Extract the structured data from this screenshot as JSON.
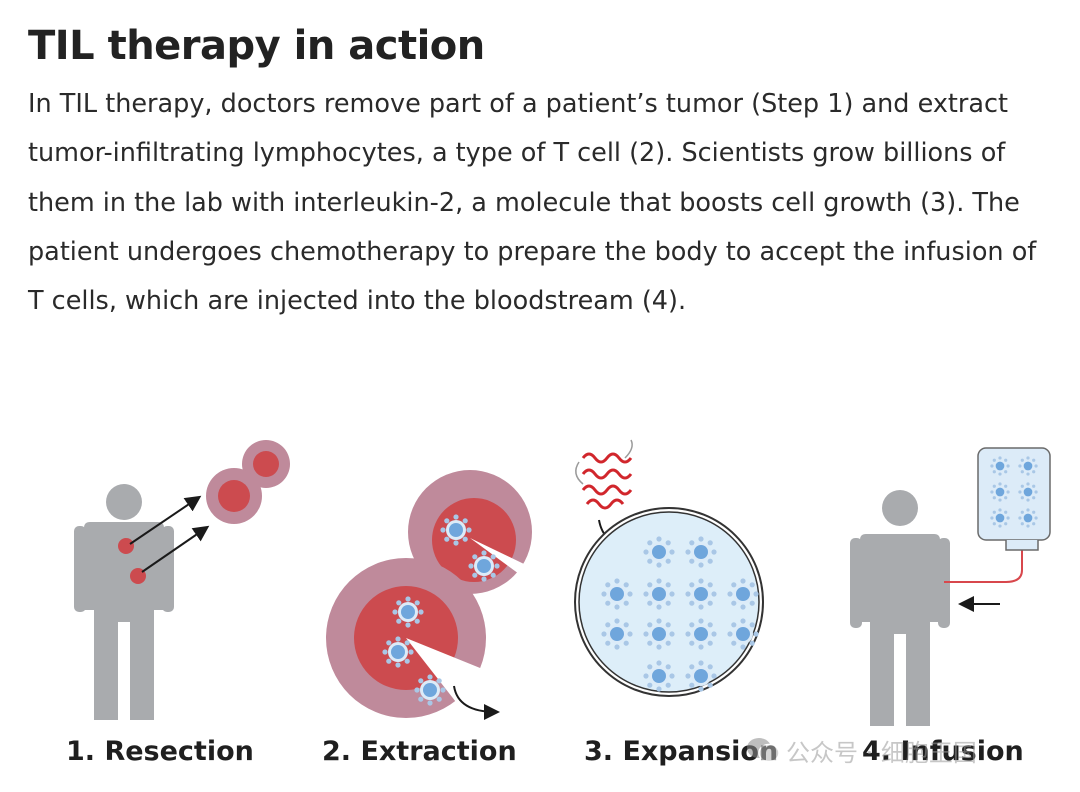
{
  "header": {
    "title": "TIL therapy in action",
    "description": "In TIL therapy, doctors remove part of a patient’s tumor (Step 1) and extract tumor-infiltrating lymphocytes, a type of T cell (2). Scientists grow billions of them in the lab with interleukin-2, a molecule that boosts cell growth (3). The patient undergoes chemotherapy to prepare the body to accept the infusion of T cells, which are injected into the bloodstream (4)."
  },
  "steps": [
    {
      "label": "1. Resection",
      "icon": "person-with-tumor-icon"
    },
    {
      "label": "2. Extraction",
      "icon": "tumor-extraction-icon"
    },
    {
      "label": "3. Expansion",
      "icon": "petri-dish-expansion-icon"
    },
    {
      "label": "4. Infusion",
      "icon": "iv-infusion-icon"
    }
  ],
  "watermark": {
    "text": "公众号 · 细胞王国",
    "icon": "wechat-icon"
  },
  "colors": {
    "body_gray": "#a9abae",
    "tumor_red": "#cc4b4f",
    "tumor_halo": "#bf8a9b",
    "t_cell_blue": "#6fa6dc",
    "dish_fill": "#ddeef9",
    "iv_line_red": "#d8474c",
    "protein_red": "#d1262c"
  }
}
